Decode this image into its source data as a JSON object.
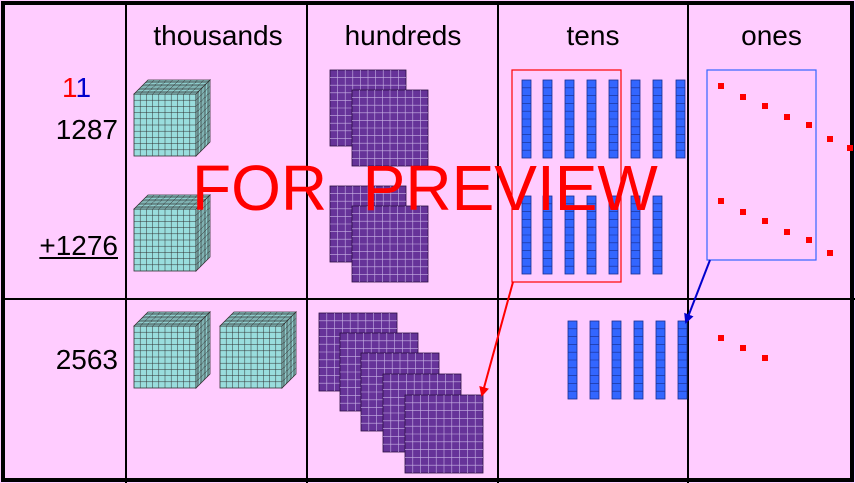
{
  "columns": {
    "thousands": "thousands",
    "hundreds": "hundreds",
    "tens": "tens",
    "ones": "ones"
  },
  "problem": {
    "carry_digits": [
      "1",
      "1"
    ],
    "addend_1": "1287",
    "addend_2": "+1276",
    "sum": "2563"
  },
  "watermark": "FOR  PREVIEW",
  "colors": {
    "background": "#ffccff",
    "thousand_cube": "#99dddd",
    "hundred_flat": "#663399",
    "ten_rod": "#3366ff",
    "one_unit": "#ff0000",
    "carry_1": "#ff0000",
    "carry_2": "#0000cc"
  },
  "blocks": {
    "addend_1": {
      "thousands": 1,
      "hundreds": 2,
      "tens": 8,
      "ones": 7
    },
    "addend_2": {
      "thousands": 1,
      "hundreds": 2,
      "tens": 7,
      "ones": 6
    },
    "sum": {
      "thousands": 2,
      "hundreds": 5,
      "tens": 6,
      "ones": 3
    }
  }
}
